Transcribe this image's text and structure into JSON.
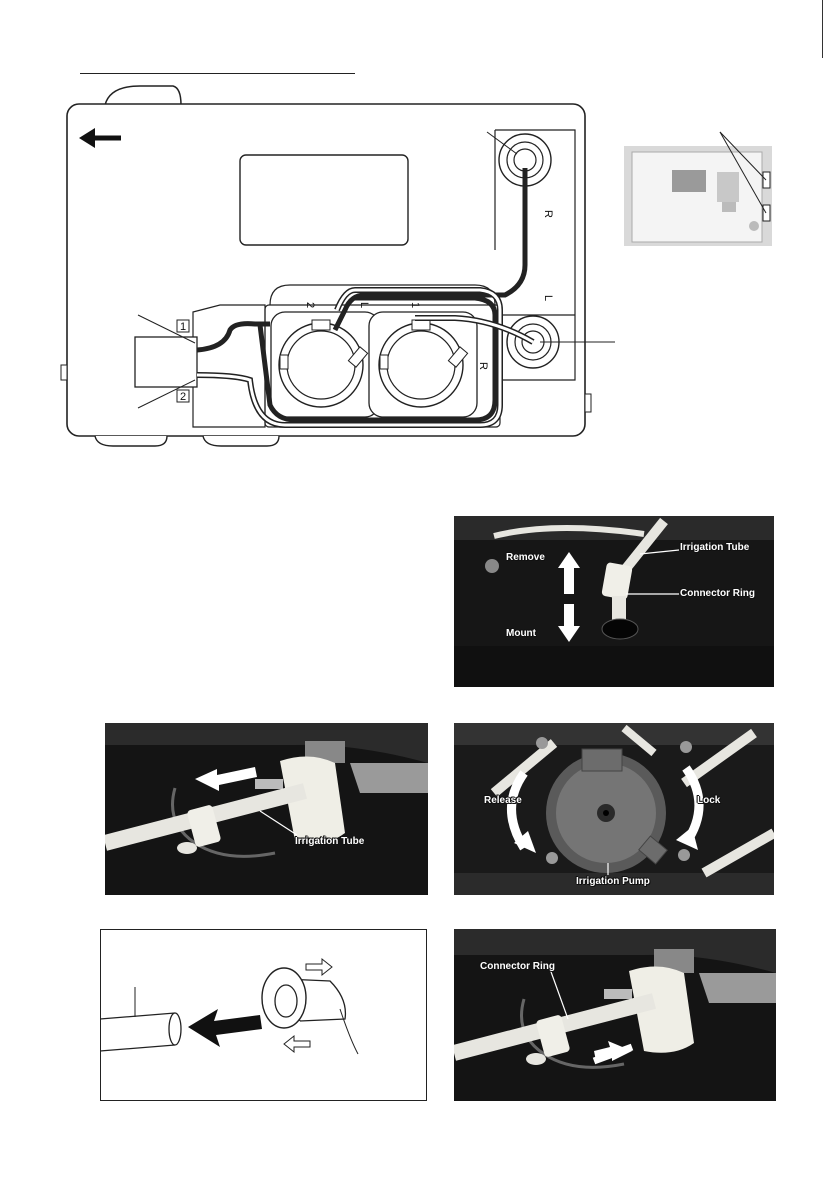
{
  "diagram": {
    "box_labels": {
      "one": "1",
      "two": "2"
    },
    "pump_labels": {
      "left_num": "2",
      "right_num": "1",
      "left_side": "L",
      "right_side": "L",
      "r_mark": "R"
    },
    "port_labels": {
      "right": "R",
      "left": "L"
    }
  },
  "photos": {
    "p1": {
      "remove": "Remove",
      "mount": "Mount",
      "tube": "Irrigation Tube",
      "ring": "Connector Ring"
    },
    "p2": {
      "tube": "Irrigation Tube"
    },
    "p3": {
      "release": "Release",
      "lock": "Lock",
      "pump": "Irrigation Pump"
    },
    "p4": {
      "ring": "Connector Ring"
    }
  },
  "colors": {
    "photo_bg": "#1b1b1b",
    "tube": "#e8e6e0",
    "ring": "#f0efe8",
    "pump": "#6e6e6e",
    "arrow": "#ffffff"
  }
}
